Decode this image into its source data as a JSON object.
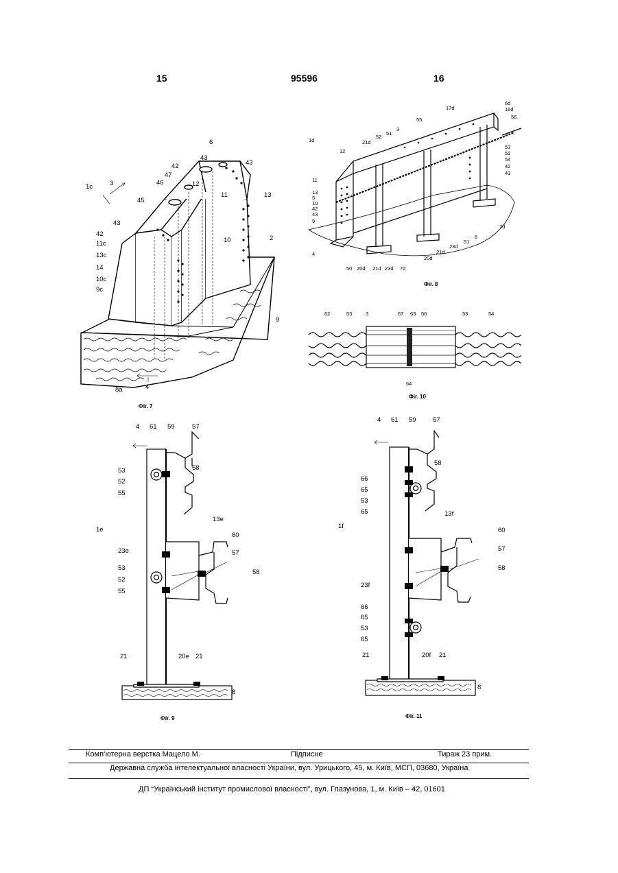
{
  "header": {
    "page_left": "15",
    "patent_number": "95596",
    "page_right": "16"
  },
  "figures": {
    "fig7": {
      "caption": "Фіг. 7",
      "labels": [
        "6",
        "43",
        "42",
        "47",
        "12",
        "43",
        "3",
        "1c",
        "46",
        "11",
        "13",
        "45",
        "10",
        "2",
        "43",
        "42",
        "11c",
        "13c",
        "14",
        "10c",
        "9c",
        "9",
        "8a",
        "4"
      ]
    },
    "fig8": {
      "caption": "Фіг. 8",
      "labels": [
        "6d",
        "16d",
        "17d",
        "56",
        "1d",
        "55",
        "3",
        "53",
        "52",
        "54",
        "42",
        "43",
        "21d",
        "52",
        "51",
        "12",
        "11",
        "13",
        "5",
        "10",
        "42",
        "43",
        "9",
        "7d",
        "8",
        "51",
        "23d",
        "21d",
        "20d",
        "4",
        "50",
        "20d",
        "21d",
        "23d",
        "7d"
      ]
    },
    "fig10": {
      "caption": "Фіг. 10",
      "labels": [
        "62",
        "53",
        "3",
        "67",
        "63",
        "56",
        "53",
        "54",
        "64"
      ]
    },
    "fig9": {
      "caption": "Фіг. 9",
      "labels": [
        "4",
        "61",
        "59",
        "57",
        "53",
        "52",
        "55",
        "58",
        "1e",
        "13e",
        "60",
        "23e",
        "57",
        "53",
        "52",
        "55",
        "58",
        "21",
        "20e",
        "21",
        "8"
      ]
    },
    "fig11": {
      "caption": "Фіг. 11",
      "labels": [
        "4",
        "61",
        "59",
        "57",
        "58",
        "66",
        "65",
        "53",
        "65",
        "13f",
        "1f",
        "60",
        "57",
        "58",
        "23f",
        "66",
        "65",
        "53",
        "65",
        "21",
        "20f",
        "21",
        "8"
      ]
    }
  },
  "footer": {
    "typesetting": "Комп’ютерна верстка Мацело М.",
    "subscription": "Підписне",
    "circulation": "Тираж 23 прим.",
    "service": "Державна служба інтелектуальної власності України, вул. Урицького, 45, м. Київ, МСП, 03680, Україна",
    "institute": "ДП “Український інститут промислової власності”, вул. Глазунова, 1, м. Київ – 42, 01601"
  }
}
